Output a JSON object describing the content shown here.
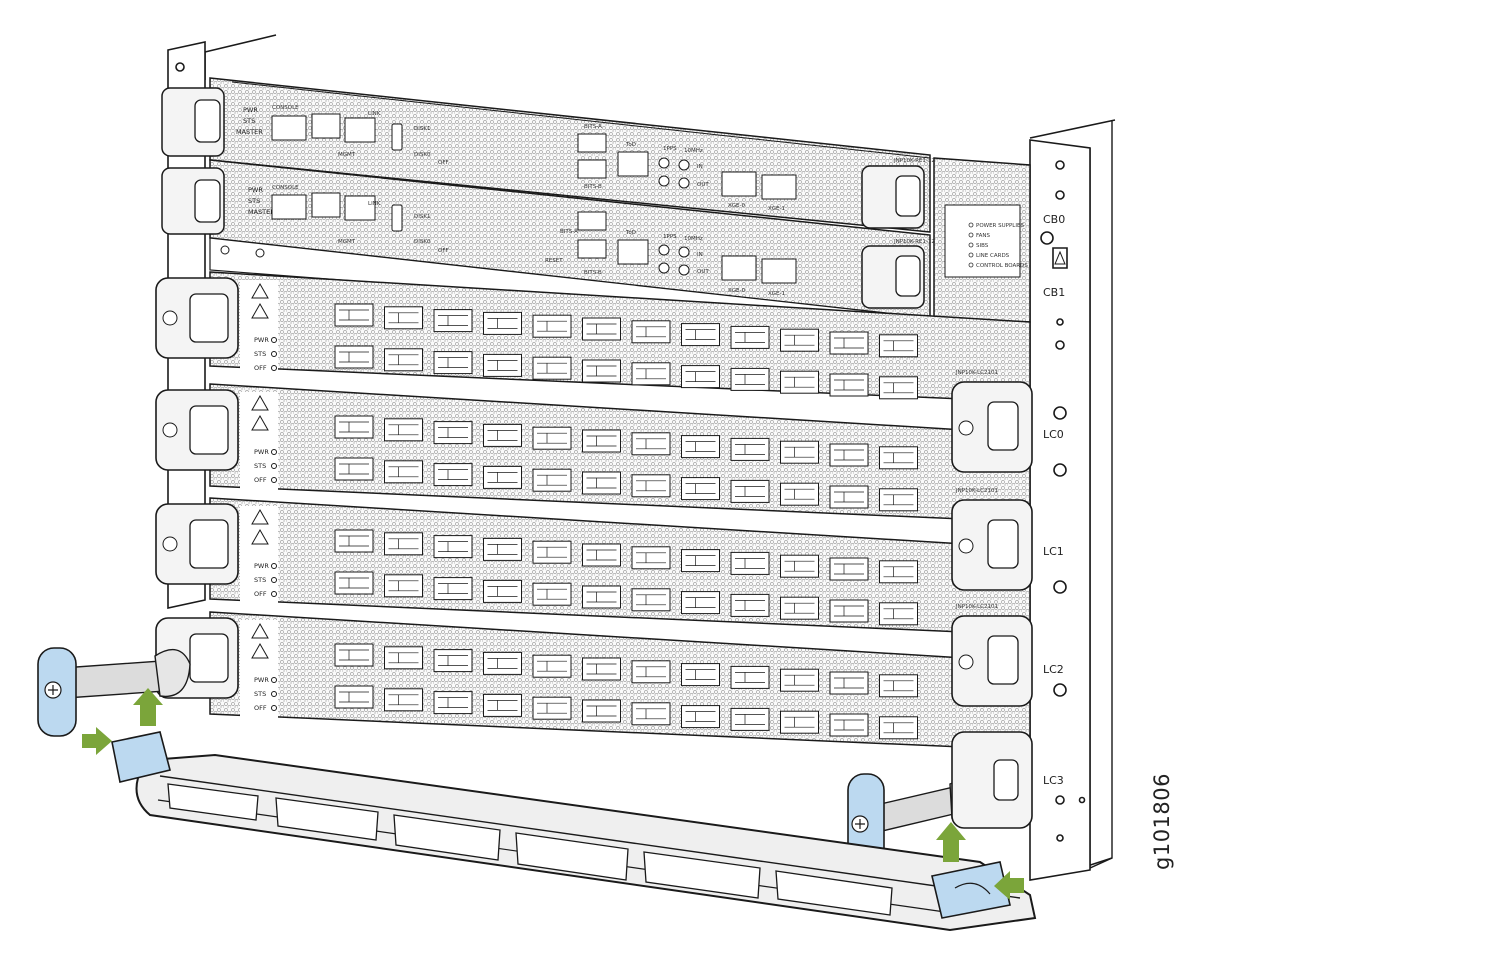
{
  "figure_id": "g101806",
  "rack_labels": {
    "cb0": "CB0",
    "cb1": "CB1",
    "lc0": "LC0",
    "lc1": "LC1",
    "lc2": "LC2",
    "lc3": "LC3"
  },
  "status_panel": [
    "POWER SUPPLIES",
    "FANS",
    "SIBS",
    "LINE CARDS",
    "CONTROL BOARDS"
  ],
  "control_board": {
    "leds": [
      "PWR",
      "STS",
      "MASTER"
    ],
    "console": "CONSOLE",
    "mgmt": "MGMT",
    "link": "LINK",
    "disk0": "DISK0",
    "disk1": "DISK1",
    "off": "OFF",
    "bits_a": "BITS-A",
    "bits_b": "BITS-B",
    "reset": "RESET",
    "tod": "ToD",
    "pps": "1PPS",
    "mhz": "10MHz",
    "in": "IN",
    "out": "OUT",
    "xge0": "XGE-0",
    "xge1": "XGE-1",
    "model": "JNP10K-RE1-128"
  },
  "line_card": {
    "leds": [
      "PWR",
      "STS",
      "OFF"
    ],
    "model": "JNP10K-LC2101"
  },
  "colors": {
    "arrow": "#7ba53a",
    "bracket": "#bcd9f0",
    "chassis_line": "#1a1a1a",
    "handle_fill": "#f4f4f4"
  }
}
